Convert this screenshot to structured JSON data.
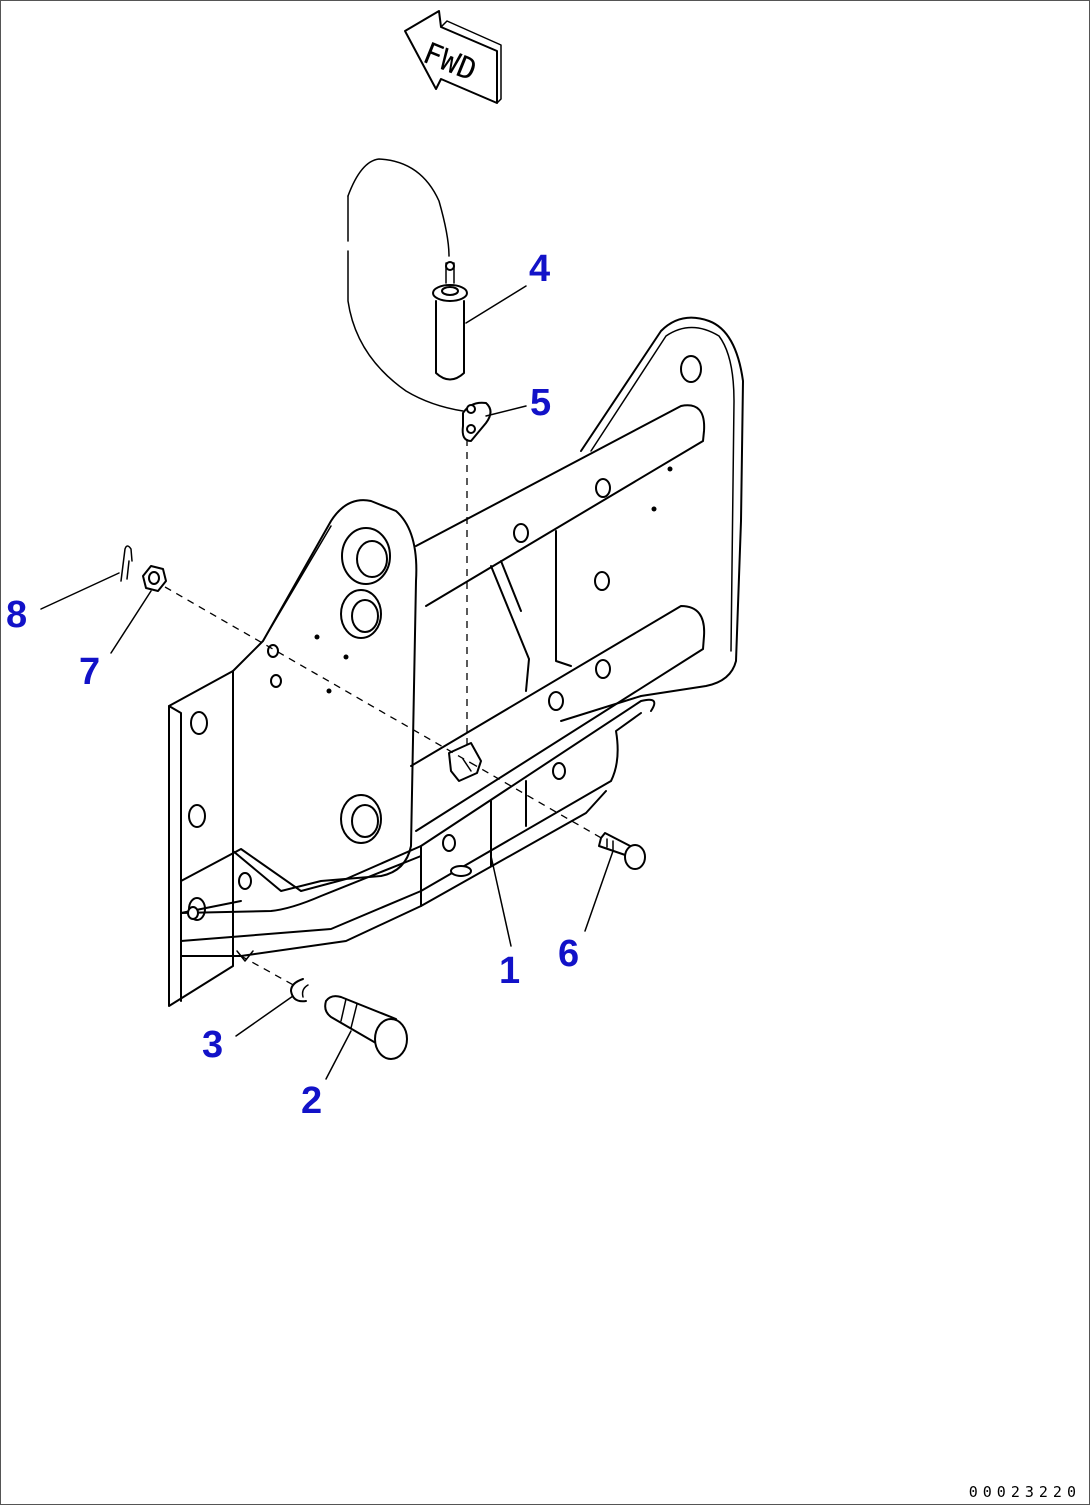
{
  "direction_label": "FWD",
  "callouts": [
    {
      "id": "1",
      "label": "1"
    },
    {
      "id": "2",
      "label": "2"
    },
    {
      "id": "3",
      "label": "3"
    },
    {
      "id": "4",
      "label": "4"
    },
    {
      "id": "5",
      "label": "5"
    },
    {
      "id": "6",
      "label": "6"
    },
    {
      "id": "7",
      "label": "7"
    },
    {
      "id": "8",
      "label": "8"
    }
  ],
  "drawing_number": "00023220",
  "colors": {
    "callout": "#1212c8",
    "line": "#000000"
  }
}
